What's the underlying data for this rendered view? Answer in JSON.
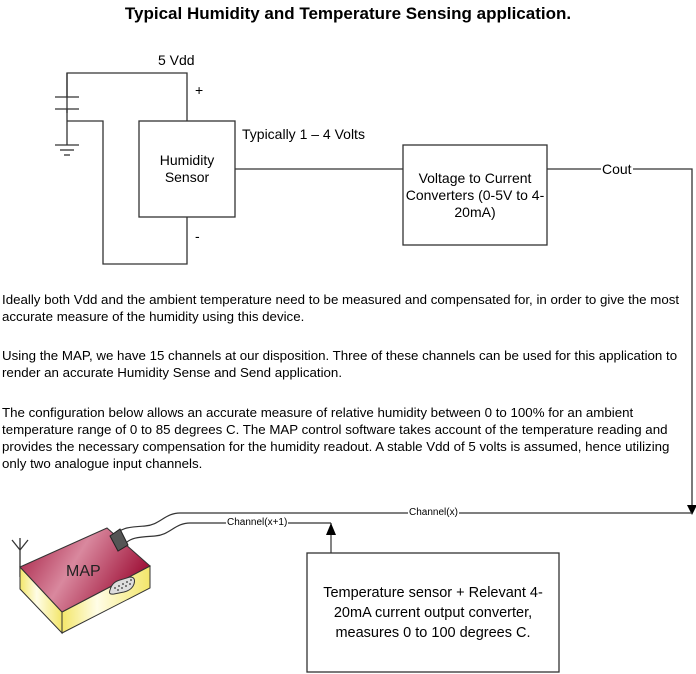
{
  "title": "Typical Humidity and Temperature Sensing application.",
  "circuit": {
    "supply_label": "5 Vdd",
    "plus_label": "+",
    "minus_label": "-",
    "output_label": "Typically 1 – 4 Volts",
    "humidity_sensor": "Humidity Sensor",
    "converter": "Voltage to Current Converters (0-5V to 4-20mA)",
    "cout_label": "Cout"
  },
  "paragraphs": [
    "Ideally both Vdd and the ambient temperature need to be measured and compensated for, in order to give the most accurate measure of the humidity using this device.",
    "Using the MAP, we have 15 channels at our disposition. Three of these channels can be used for this application to render an accurate Humidity Sense and Send application.",
    "The configuration below allows an accurate measure of relative humidity between 0 to 100% for an ambient temperature range of 0 to 85 degrees C. The MAP control software takes account of the temperature reading and provides the necessary compensation for the humidity readout. A stable Vdd of 5 volts is assumed, hence utilizing only two analogue input channels."
  ],
  "bottom": {
    "map_label": "MAP",
    "channel_x": "Channel(x)",
    "channel_x1": "Channel(x+1)",
    "temp_sensor": "Temperature sensor + Relevant 4-20mA current output converter, measures 0 to 100 degrees C."
  },
  "colors": {
    "map_top": "#a0143a",
    "map_side": "#fffbc8",
    "line": "#333333"
  }
}
